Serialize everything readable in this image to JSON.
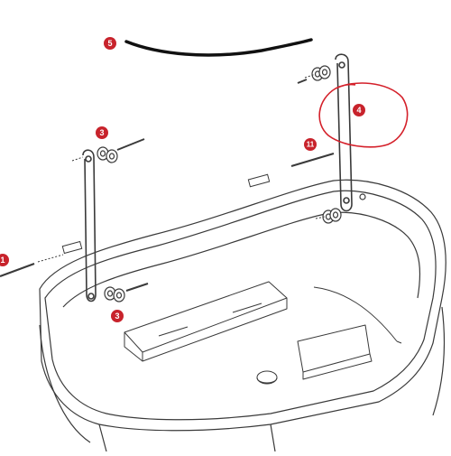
{
  "diagram": {
    "callouts": [
      {
        "id": "callout-5",
        "label": "5"
      },
      {
        "id": "callout-4",
        "label": "4"
      },
      {
        "id": "callout-3-upper",
        "label": "3"
      },
      {
        "id": "callout-11",
        "label": "11"
      },
      {
        "id": "callout-1",
        "label": "1"
      },
      {
        "id": "callout-3-lower",
        "label": "3"
      }
    ],
    "colors": {
      "callout_fill": "#c8232c",
      "highlight_circle": "#d4202a",
      "line_art": "#3a3a3a",
      "gasket": "#111111"
    }
  }
}
